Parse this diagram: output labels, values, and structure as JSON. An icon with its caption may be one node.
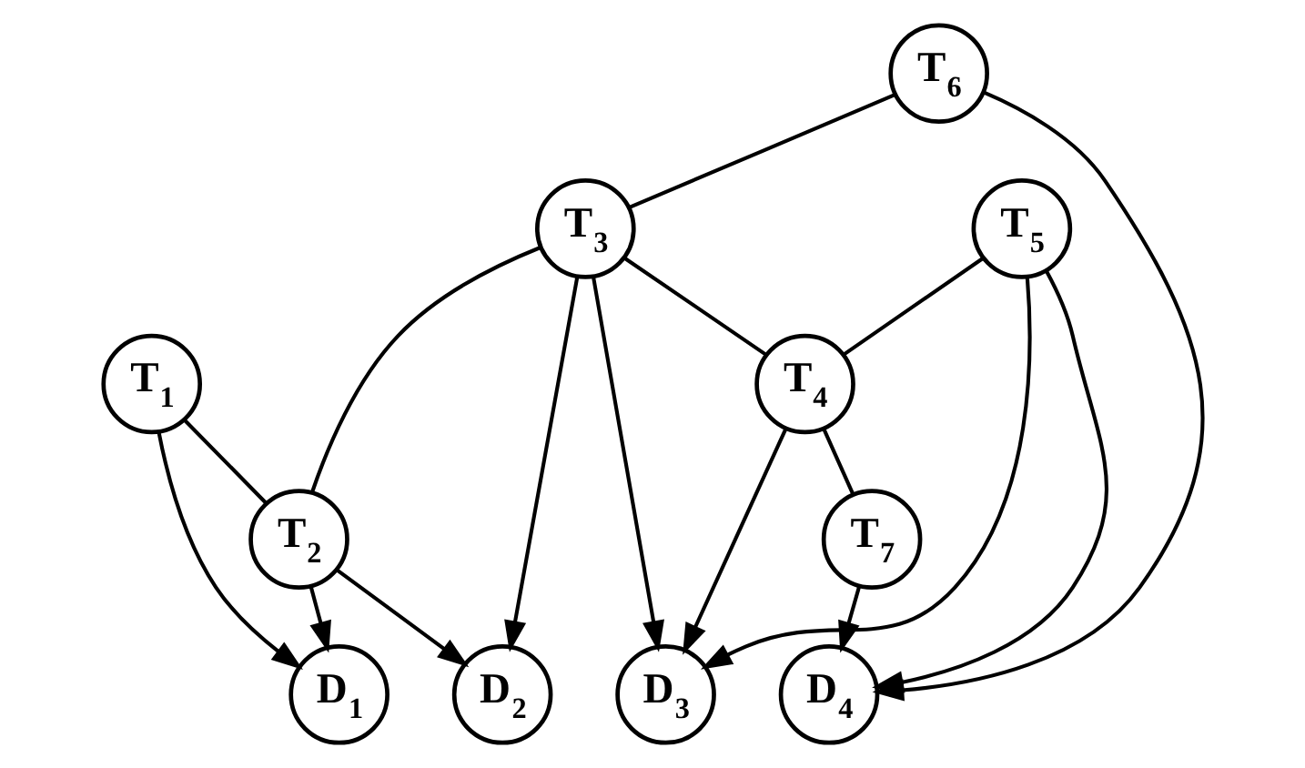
{
  "diagram": {
    "nodes": [
      {
        "text": [
          "T$_{1}$"
        ]
      },
      {
        "text": [
          "T$_{2}$"
        ]
      },
      {
        "text": [
          "T$_{3}$"
        ]
      },
      {
        "text": [
          "T$_{4}$"
        ]
      },
      {
        "text": [
          "T$_{5}$"
        ]
      },
      {
        "text": [
          "T$_{6}$"
        ]
      },
      {
        "text": [
          "T$_{7}$"
        ]
      },
      {
        "text": [
          "D$_{1}$"
        ]
      },
      {
        "text": [
          "D$_{2}$"
        ]
      },
      {
        "text": [
          "D$_{3}$"
        ]
      },
      {
        "text": [
          "D$_{4}$"
        ]
      }
    ],
    "edges": [
      {
        "from": 0,
        "to": 1,
        "arrow": "none"
      },
      {
        "from": 2,
        "to": 1,
        "arrow": "none"
      },
      {
        "from": 5,
        "to": 2,
        "arrow": "none"
      },
      {
        "from": 2,
        "to": 3,
        "arrow": "none"
      },
      {
        "from": 4,
        "to": 3,
        "arrow": "none"
      },
      {
        "from": 3,
        "to": 6,
        "arrow": "none"
      },
      {
        "from": 0,
        "to": 7,
        "arrow": "to"
      },
      {
        "from": 1,
        "to": 7,
        "arrow": "to"
      },
      {
        "from": 1,
        "to": 8,
        "arrow": "to"
      },
      {
        "from": 2,
        "to": 8,
        "arrow": "to"
      },
      {
        "from": 2,
        "to": 9,
        "arrow": "to"
      },
      {
        "from": 3,
        "to": 9,
        "arrow": "to"
      },
      {
        "from": 4,
        "to": 9,
        "arrow": "to"
      },
      {
        "from": 4,
        "to": 10,
        "arrow": "to"
      },
      {
        "from": 5,
        "to": 10,
        "arrow": "to"
      },
      {
        "from": 6,
        "to": 10,
        "arrow": "to"
      }
    ]
  }
}
